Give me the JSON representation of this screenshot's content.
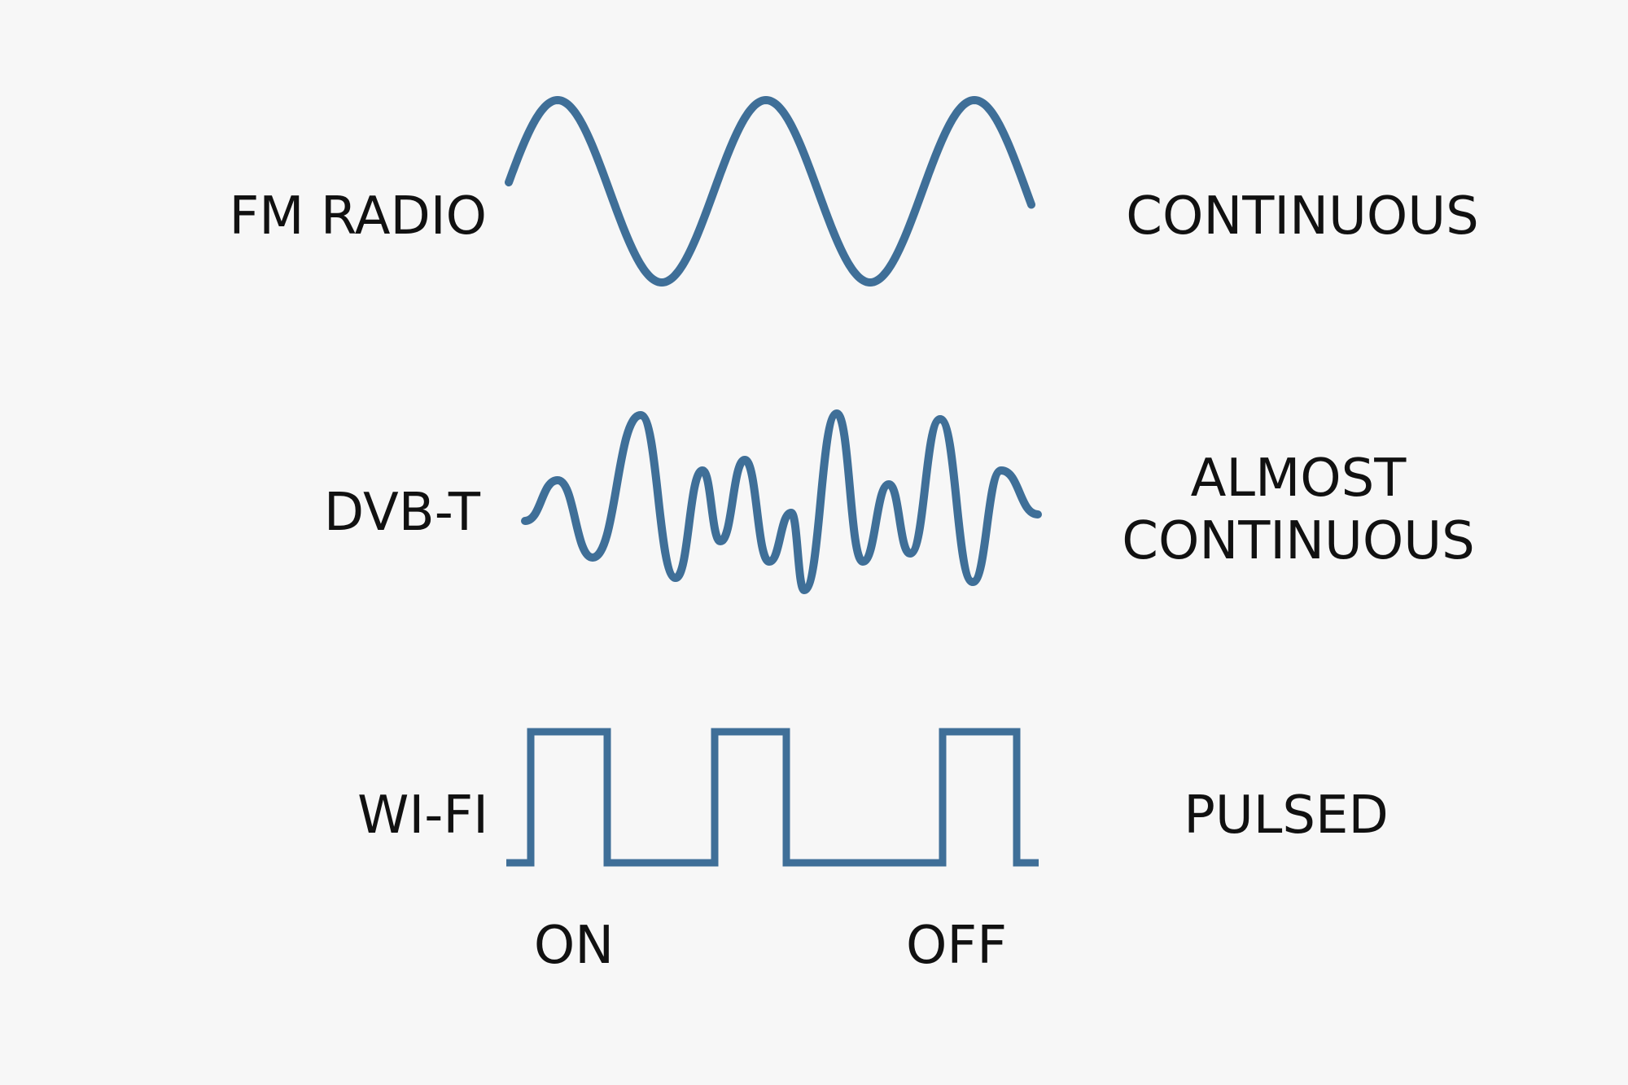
{
  "colors": {
    "background": "#f7f7f7",
    "wave": "#3f6f98",
    "text": "#111111"
  },
  "rows": [
    {
      "name": "FM RADIO",
      "type": "CONTINUOUS",
      "wave": "sine"
    },
    {
      "name": "DVB-T",
      "type_line1": "ALMOST",
      "type_line2": "CONTINUOUS",
      "wave": "irregular"
    },
    {
      "name": "WI-FI",
      "type": "PULSED",
      "wave": "square"
    }
  ],
  "pulse_labels": {
    "on": "ON",
    "off": "OFF"
  }
}
